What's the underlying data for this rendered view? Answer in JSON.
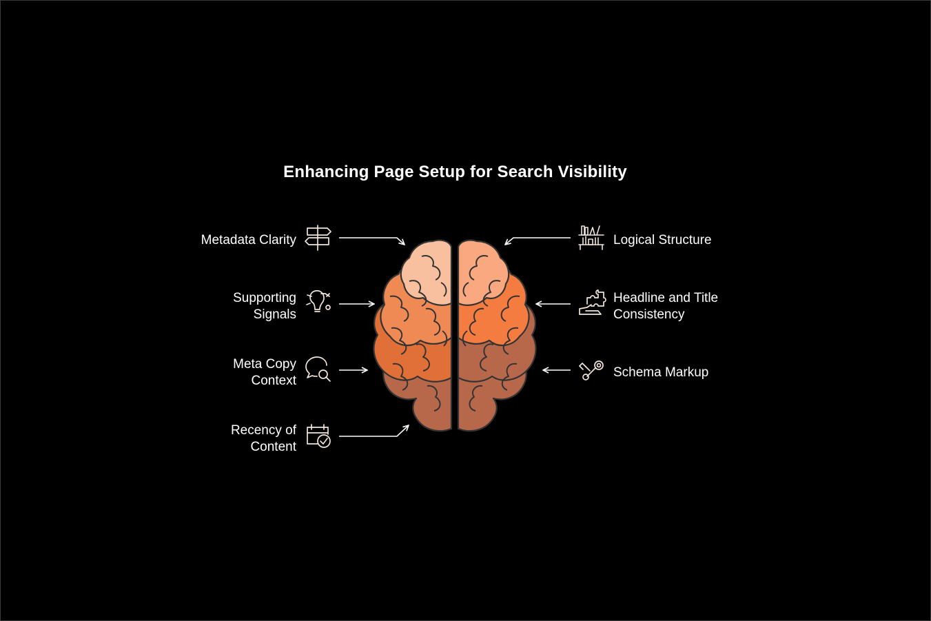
{
  "title": "Enhancing Page Setup for Search Visibility",
  "items": [
    {
      "label": "Metadata Clarity",
      "icon": "signpost-icon"
    },
    {
      "label": "Supporting Signals",
      "icon": "lightbulb-icon"
    },
    {
      "label": "Meta Copy Context",
      "icon": "chat-search-icon"
    },
    {
      "label": "Recency of Content",
      "icon": "calendar-check-icon"
    },
    {
      "label": "Logical Structure",
      "icon": "bookshelf-icon"
    },
    {
      "label": "Headline and Title Consistency",
      "icon": "puzzle-hand-icon"
    },
    {
      "label": "Schema Markup",
      "icon": "wrench-icon"
    }
  ],
  "colors": {
    "background": "#000000",
    "text": "#ffffff",
    "icon_stroke": "#f3e6dc",
    "brain_outline": "#333333",
    "brain_light": "#f9c0a0",
    "brain_orange": "#f47c40",
    "brain_mid": "#f08a55",
    "brain_dark": "#e07038",
    "brain_brown": "#b8684a"
  }
}
